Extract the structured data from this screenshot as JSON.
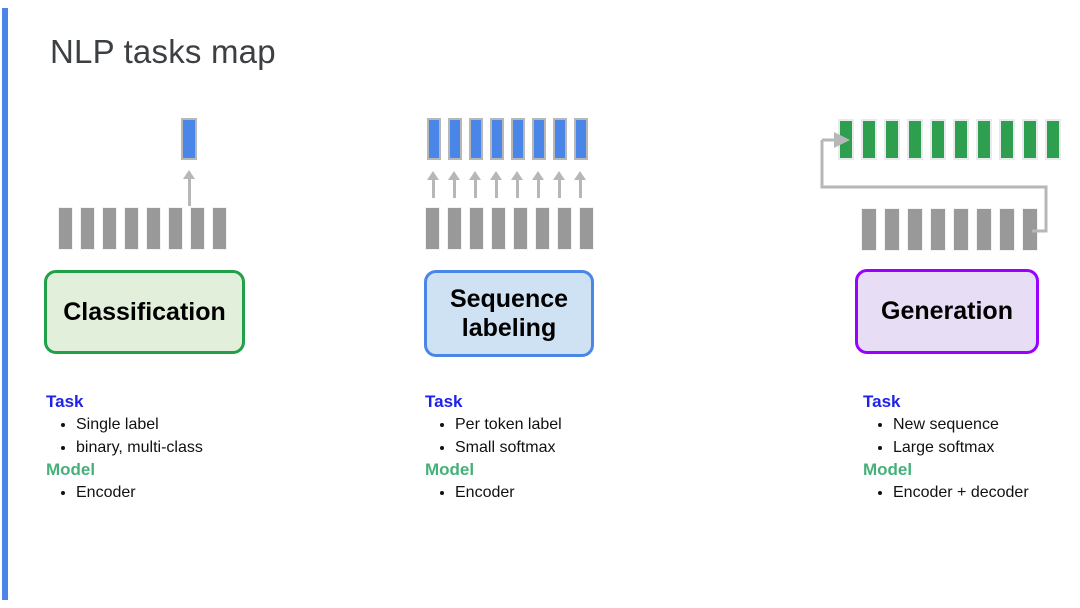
{
  "slide": {
    "title": "NLP tasks map",
    "accent_color": "#4a86e8",
    "background": "#ffffff"
  },
  "columns": [
    {
      "id": "classification",
      "box_label": "Classification",
      "box_border_color": "#21a04a",
      "box_fill_color": "#e2efda",
      "output_bars": {
        "count": 1,
        "color": "#4a86e8"
      },
      "input_bars": {
        "count": 8,
        "color": "#999999"
      },
      "arrows": {
        "count": 1,
        "color": "#b7b7b7",
        "direction": "up"
      },
      "spec": {
        "task_heading": "Task",
        "task_items": [
          "Single label",
          "binary, multi-class"
        ],
        "model_heading": "Model",
        "model_items": [
          "Encoder"
        ]
      }
    },
    {
      "id": "sequence-labeling",
      "box_label": "Sequence labeling",
      "box_label_line1": "Sequence",
      "box_label_line2": "labeling",
      "box_border_color": "#4a86e8",
      "box_fill_color": "#cfe2f3",
      "output_bars": {
        "count": 8,
        "color": "#4a86e8"
      },
      "input_bars": {
        "count": 8,
        "color": "#999999"
      },
      "arrows": {
        "count": 8,
        "color": "#b7b7b7",
        "direction": "up"
      },
      "spec": {
        "task_heading": "Task",
        "task_items": [
          "Per token label",
          "Small softmax"
        ],
        "model_heading": "Model",
        "model_items": [
          "Encoder"
        ]
      }
    },
    {
      "id": "generation",
      "box_label": "Generation",
      "box_border_color": "#9900ff",
      "box_fill_color": "#e7ddf5",
      "output_bars": {
        "count": 10,
        "color": "#2e9e4f"
      },
      "input_bars": {
        "count": 8,
        "color": "#999999"
      },
      "arrows": {
        "count": 1,
        "color": "#b7b7b7",
        "direction": "feedback-loop"
      },
      "spec": {
        "task_heading": "Task",
        "task_items": [
          "New sequence",
          "Large softmax"
        ],
        "model_heading": "Model",
        "model_items": [
          "Encoder + decoder"
        ]
      }
    }
  ],
  "colors": {
    "task_heading": "#1f22e8",
    "model_heading": "#47b07a",
    "gray_bar": "#999999",
    "arrow_gray": "#b7b7b7",
    "title_text": "#3c4043"
  }
}
